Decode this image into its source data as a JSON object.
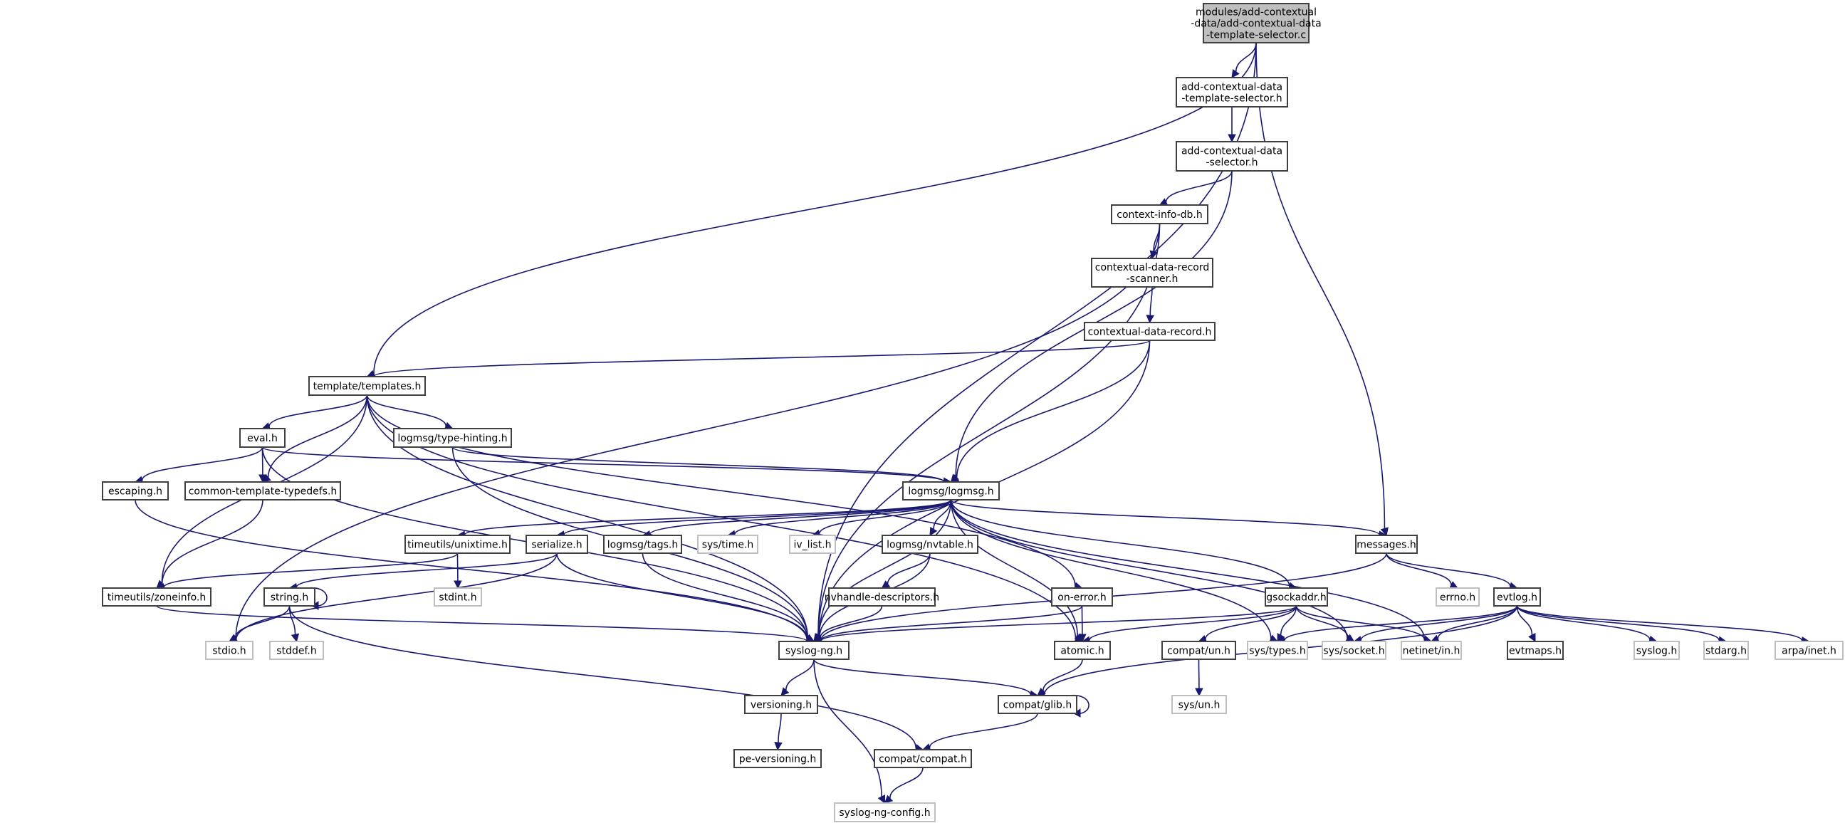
{
  "title": "Include dependency graph for add-contextual-data-template-selector.c",
  "colors": {
    "edge": "#191970",
    "root_fill": "#bfbfbf",
    "local_border": "#404040",
    "system_border": "#bfbfbf"
  },
  "nodes": [
    {
      "id": "root",
      "kind": "root",
      "label": [
        "modules/add-contextual",
        "-data/add-contextual-data",
        "-template-selector.c"
      ]
    },
    {
      "id": "acdts_h",
      "kind": "local",
      "label": [
        "add-contextual-data",
        "-template-selector.h"
      ]
    },
    {
      "id": "acds_h",
      "kind": "local",
      "label": [
        "add-contextual-data",
        "-selector.h"
      ]
    },
    {
      "id": "cidb_h",
      "kind": "local",
      "label": [
        "context-info-db.h"
      ]
    },
    {
      "id": "cdrs_h",
      "kind": "local",
      "label": [
        "contextual-data-record",
        "-scanner.h"
      ]
    },
    {
      "id": "cdr_h",
      "kind": "local",
      "label": [
        "contextual-data-record.h"
      ]
    },
    {
      "id": "templates_h",
      "kind": "local",
      "label": [
        "template/templates.h"
      ]
    },
    {
      "id": "eval_h",
      "kind": "local",
      "label": [
        "eval.h"
      ]
    },
    {
      "id": "typehint_h",
      "kind": "local",
      "label": [
        "logmsg/type-hinting.h"
      ]
    },
    {
      "id": "escaping_h",
      "kind": "local",
      "label": [
        "escaping.h"
      ]
    },
    {
      "id": "ctt_h",
      "kind": "local",
      "label": [
        "common-template-typedefs.h"
      ]
    },
    {
      "id": "logmsg_h",
      "kind": "local",
      "label": [
        "logmsg/logmsg.h"
      ]
    },
    {
      "id": "unixtime_h",
      "kind": "local",
      "label": [
        "timeutils/unixtime.h"
      ]
    },
    {
      "id": "serialize_h",
      "kind": "local",
      "label": [
        "serialize.h"
      ]
    },
    {
      "id": "tags_h",
      "kind": "local",
      "label": [
        "logmsg/tags.h"
      ]
    },
    {
      "id": "systime_h",
      "kind": "system",
      "label": [
        "sys/time.h"
      ]
    },
    {
      "id": "ivlist_h",
      "kind": "system",
      "label": [
        "iv_list.h"
      ]
    },
    {
      "id": "nvtable_h",
      "kind": "local",
      "label": [
        "logmsg/nvtable.h"
      ]
    },
    {
      "id": "messages_h",
      "kind": "local",
      "label": [
        "messages.h"
      ]
    },
    {
      "id": "stdint_h",
      "kind": "system",
      "label": [
        "stdint.h"
      ]
    },
    {
      "id": "nvhd_h",
      "kind": "local",
      "label": [
        "nvhandle-descriptors.h"
      ]
    },
    {
      "id": "onerror_h",
      "kind": "local",
      "label": [
        "on-error.h"
      ]
    },
    {
      "id": "gsockaddr_h",
      "kind": "local",
      "label": [
        "gsockaddr.h"
      ]
    },
    {
      "id": "errno_h",
      "kind": "system",
      "label": [
        "errno.h"
      ]
    },
    {
      "id": "evtlog_h",
      "kind": "local",
      "label": [
        "evtlog.h"
      ]
    },
    {
      "id": "zoneinfo_h",
      "kind": "local",
      "label": [
        "timeutils/zoneinfo.h"
      ]
    },
    {
      "id": "string_h",
      "kind": "local",
      "label": [
        "string.h"
      ]
    },
    {
      "id": "syslogng_h",
      "kind": "local",
      "label": [
        "syslog-ng.h"
      ]
    },
    {
      "id": "atomic_h",
      "kind": "local",
      "label": [
        "atomic.h"
      ]
    },
    {
      "id": "compatun_h",
      "kind": "local",
      "label": [
        "compat/un.h"
      ]
    },
    {
      "id": "systypes_h",
      "kind": "system",
      "label": [
        "sys/types.h"
      ]
    },
    {
      "id": "syssocket_h",
      "kind": "system",
      "label": [
        "sys/socket.h"
      ]
    },
    {
      "id": "netinet_h",
      "kind": "system",
      "label": [
        "netinet/in.h"
      ]
    },
    {
      "id": "evtmaps_h",
      "kind": "local",
      "label": [
        "evtmaps.h"
      ]
    },
    {
      "id": "syslog_h",
      "kind": "system",
      "label": [
        "syslog.h"
      ]
    },
    {
      "id": "stdarg_h",
      "kind": "system",
      "label": [
        "stdarg.h"
      ]
    },
    {
      "id": "arpainet_h",
      "kind": "system",
      "label": [
        "arpa/inet.h"
      ]
    },
    {
      "id": "stdio_h",
      "kind": "system",
      "label": [
        "stdio.h"
      ]
    },
    {
      "id": "stddef_h",
      "kind": "system",
      "label": [
        "stddef.h"
      ]
    },
    {
      "id": "versioning_h",
      "kind": "local",
      "label": [
        "versioning.h"
      ]
    },
    {
      "id": "glib_h",
      "kind": "local",
      "label": [
        "compat/glib.h"
      ]
    },
    {
      "id": "sysun_h",
      "kind": "system",
      "label": [
        "sys/un.h"
      ]
    },
    {
      "id": "peversioning_h",
      "kind": "local",
      "label": [
        "pe-versioning.h"
      ]
    },
    {
      "id": "compat_h",
      "kind": "local",
      "label": [
        "compat/compat.h"
      ]
    },
    {
      "id": "config_h",
      "kind": "system",
      "label": [
        "syslog-ng-config.h"
      ]
    }
  ],
  "edges": [
    [
      "root",
      "acdts_h"
    ],
    [
      "root",
      "templates_h"
    ],
    [
      "root",
      "syslogng_h"
    ],
    [
      "root",
      "messages_h"
    ],
    [
      "acdts_h",
      "acds_h"
    ],
    [
      "acds_h",
      "cidb_h"
    ],
    [
      "acds_h",
      "logmsg_h"
    ],
    [
      "cidb_h",
      "cdrs_h"
    ],
    [
      "cidb_h",
      "stdio_h"
    ],
    [
      "cidb_h",
      "syslogng_h"
    ],
    [
      "cdrs_h",
      "cdr_h"
    ],
    [
      "cdr_h",
      "templates_h"
    ],
    [
      "cdr_h",
      "logmsg_h"
    ],
    [
      "cdr_h",
      "syslogng_h"
    ],
    [
      "templates_h",
      "eval_h"
    ],
    [
      "templates_h",
      "typehint_h"
    ],
    [
      "templates_h",
      "ctt_h"
    ],
    [
      "templates_h",
      "zoneinfo_h"
    ],
    [
      "templates_h",
      "syslogng_h"
    ],
    [
      "templates_h",
      "onerror_h"
    ],
    [
      "templates_h",
      "atomic_h"
    ],
    [
      "eval_h",
      "escaping_h"
    ],
    [
      "eval_h",
      "ctt_h"
    ],
    [
      "eval_h",
      "logmsg_h"
    ],
    [
      "eval_h",
      "syslogng_h"
    ],
    [
      "typehint_h",
      "logmsg_h"
    ],
    [
      "typehint_h",
      "syslogng_h"
    ],
    [
      "escaping_h",
      "syslogng_h"
    ],
    [
      "ctt_h",
      "zoneinfo_h"
    ],
    [
      "logmsg_h",
      "unixtime_h"
    ],
    [
      "logmsg_h",
      "serialize_h"
    ],
    [
      "logmsg_h",
      "tags_h"
    ],
    [
      "logmsg_h",
      "systime_h"
    ],
    [
      "logmsg_h",
      "ivlist_h"
    ],
    [
      "logmsg_h",
      "nvtable_h"
    ],
    [
      "logmsg_h",
      "messages_h"
    ],
    [
      "logmsg_h",
      "gsockaddr_h"
    ],
    [
      "logmsg_h",
      "syslogng_h"
    ],
    [
      "logmsg_h",
      "atomic_h"
    ],
    [
      "logmsg_h",
      "systypes_h"
    ],
    [
      "logmsg_h",
      "syssocket_h"
    ],
    [
      "logmsg_h",
      "netinet_h"
    ],
    [
      "unixtime_h",
      "stdint_h"
    ],
    [
      "unixtime_h",
      "zoneinfo_h"
    ],
    [
      "serialize_h",
      "string_h"
    ],
    [
      "serialize_h",
      "stdio_h"
    ],
    [
      "serialize_h",
      "syslogng_h"
    ],
    [
      "tags_h",
      "syslogng_h"
    ],
    [
      "nvtable_h",
      "nvhd_h"
    ],
    [
      "nvtable_h",
      "syslogng_h"
    ],
    [
      "nvhd_h",
      "syslogng_h"
    ],
    [
      "messages_h",
      "errno_h"
    ],
    [
      "messages_h",
      "evtlog_h"
    ],
    [
      "messages_h",
      "syslogng_h"
    ],
    [
      "onerror_h",
      "atomic_h"
    ],
    [
      "onerror_h",
      "syslogng_h"
    ],
    [
      "gsockaddr_h",
      "syslogng_h"
    ],
    [
      "gsockaddr_h",
      "atomic_h"
    ],
    [
      "gsockaddr_h",
      "compatun_h"
    ],
    [
      "gsockaddr_h",
      "systypes_h"
    ],
    [
      "gsockaddr_h",
      "syssocket_h"
    ],
    [
      "gsockaddr_h",
      "netinet_h"
    ],
    [
      "evtlog_h",
      "systypes_h"
    ],
    [
      "evtlog_h",
      "syssocket_h"
    ],
    [
      "evtlog_h",
      "netinet_h"
    ],
    [
      "evtlog_h",
      "evtmaps_h"
    ],
    [
      "evtlog_h",
      "syslog_h"
    ],
    [
      "evtlog_h",
      "stdarg_h"
    ],
    [
      "evtlog_h",
      "arpainet_h"
    ],
    [
      "evtlog_h",
      "glib_h"
    ],
    [
      "zoneinfo_h",
      "syslogng_h"
    ],
    [
      "string_h",
      "string_h"
    ],
    [
      "string_h",
      "stdio_h"
    ],
    [
      "string_h",
      "stddef_h"
    ],
    [
      "string_h",
      "compat_h"
    ],
    [
      "syslogng_h",
      "versioning_h"
    ],
    [
      "syslogng_h",
      "glib_h"
    ],
    [
      "syslogng_h",
      "config_h"
    ],
    [
      "atomic_h",
      "glib_h"
    ],
    [
      "compatun_h",
      "sysun_h"
    ],
    [
      "versioning_h",
      "peversioning_h"
    ],
    [
      "glib_h",
      "glib_h"
    ],
    [
      "glib_h",
      "compat_h"
    ],
    [
      "compat_h",
      "config_h"
    ]
  ]
}
